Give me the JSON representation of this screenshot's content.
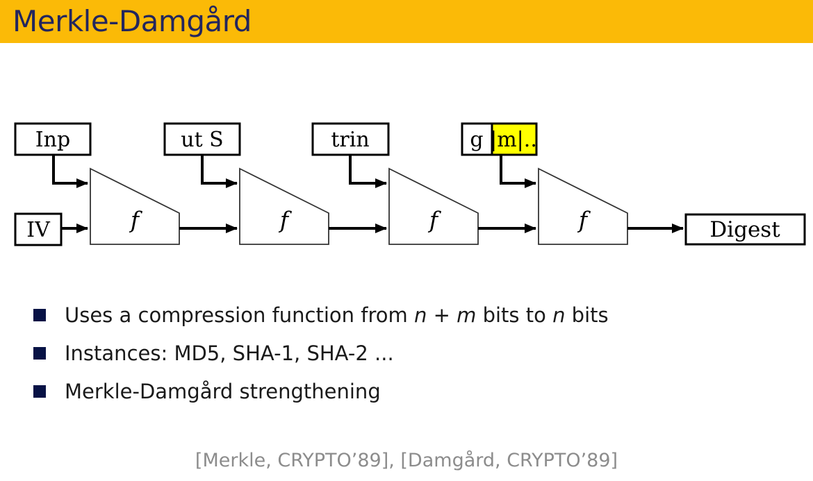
{
  "header": {
    "title": "Merkle-Damgård",
    "background_color": "#fbba07",
    "title_color": "#23265e"
  },
  "diagram": {
    "input_blocks": [
      {
        "label": "Inp"
      },
      {
        "label": "ut S"
      },
      {
        "label": "trin"
      },
      {
        "label": "g",
        "padding_label": "|m|..",
        "padding_highlight_color": "#ffff00"
      }
    ],
    "iv_label": "IV",
    "digest_label": "Digest",
    "compression_labels": [
      "f",
      "f",
      "f",
      "f"
    ]
  },
  "bullets": {
    "bullet1": {
      "pre": "Uses a compression function from ",
      "var1": "n",
      "op": " + ",
      "var2": "m",
      "mid": " bits to ",
      "var3": "n",
      "post": " bits"
    },
    "bullet2": "Instances: MD5, SHA-1, SHA-2 ...",
    "bullet3": "Merkle-Damgård strengthening",
    "bullet_color": "#071245"
  },
  "footer": {
    "citation": "[Merkle, CRYPTO’89], [Damgård, CRYPTO’89]",
    "citation_color": "#8c8c8c"
  }
}
